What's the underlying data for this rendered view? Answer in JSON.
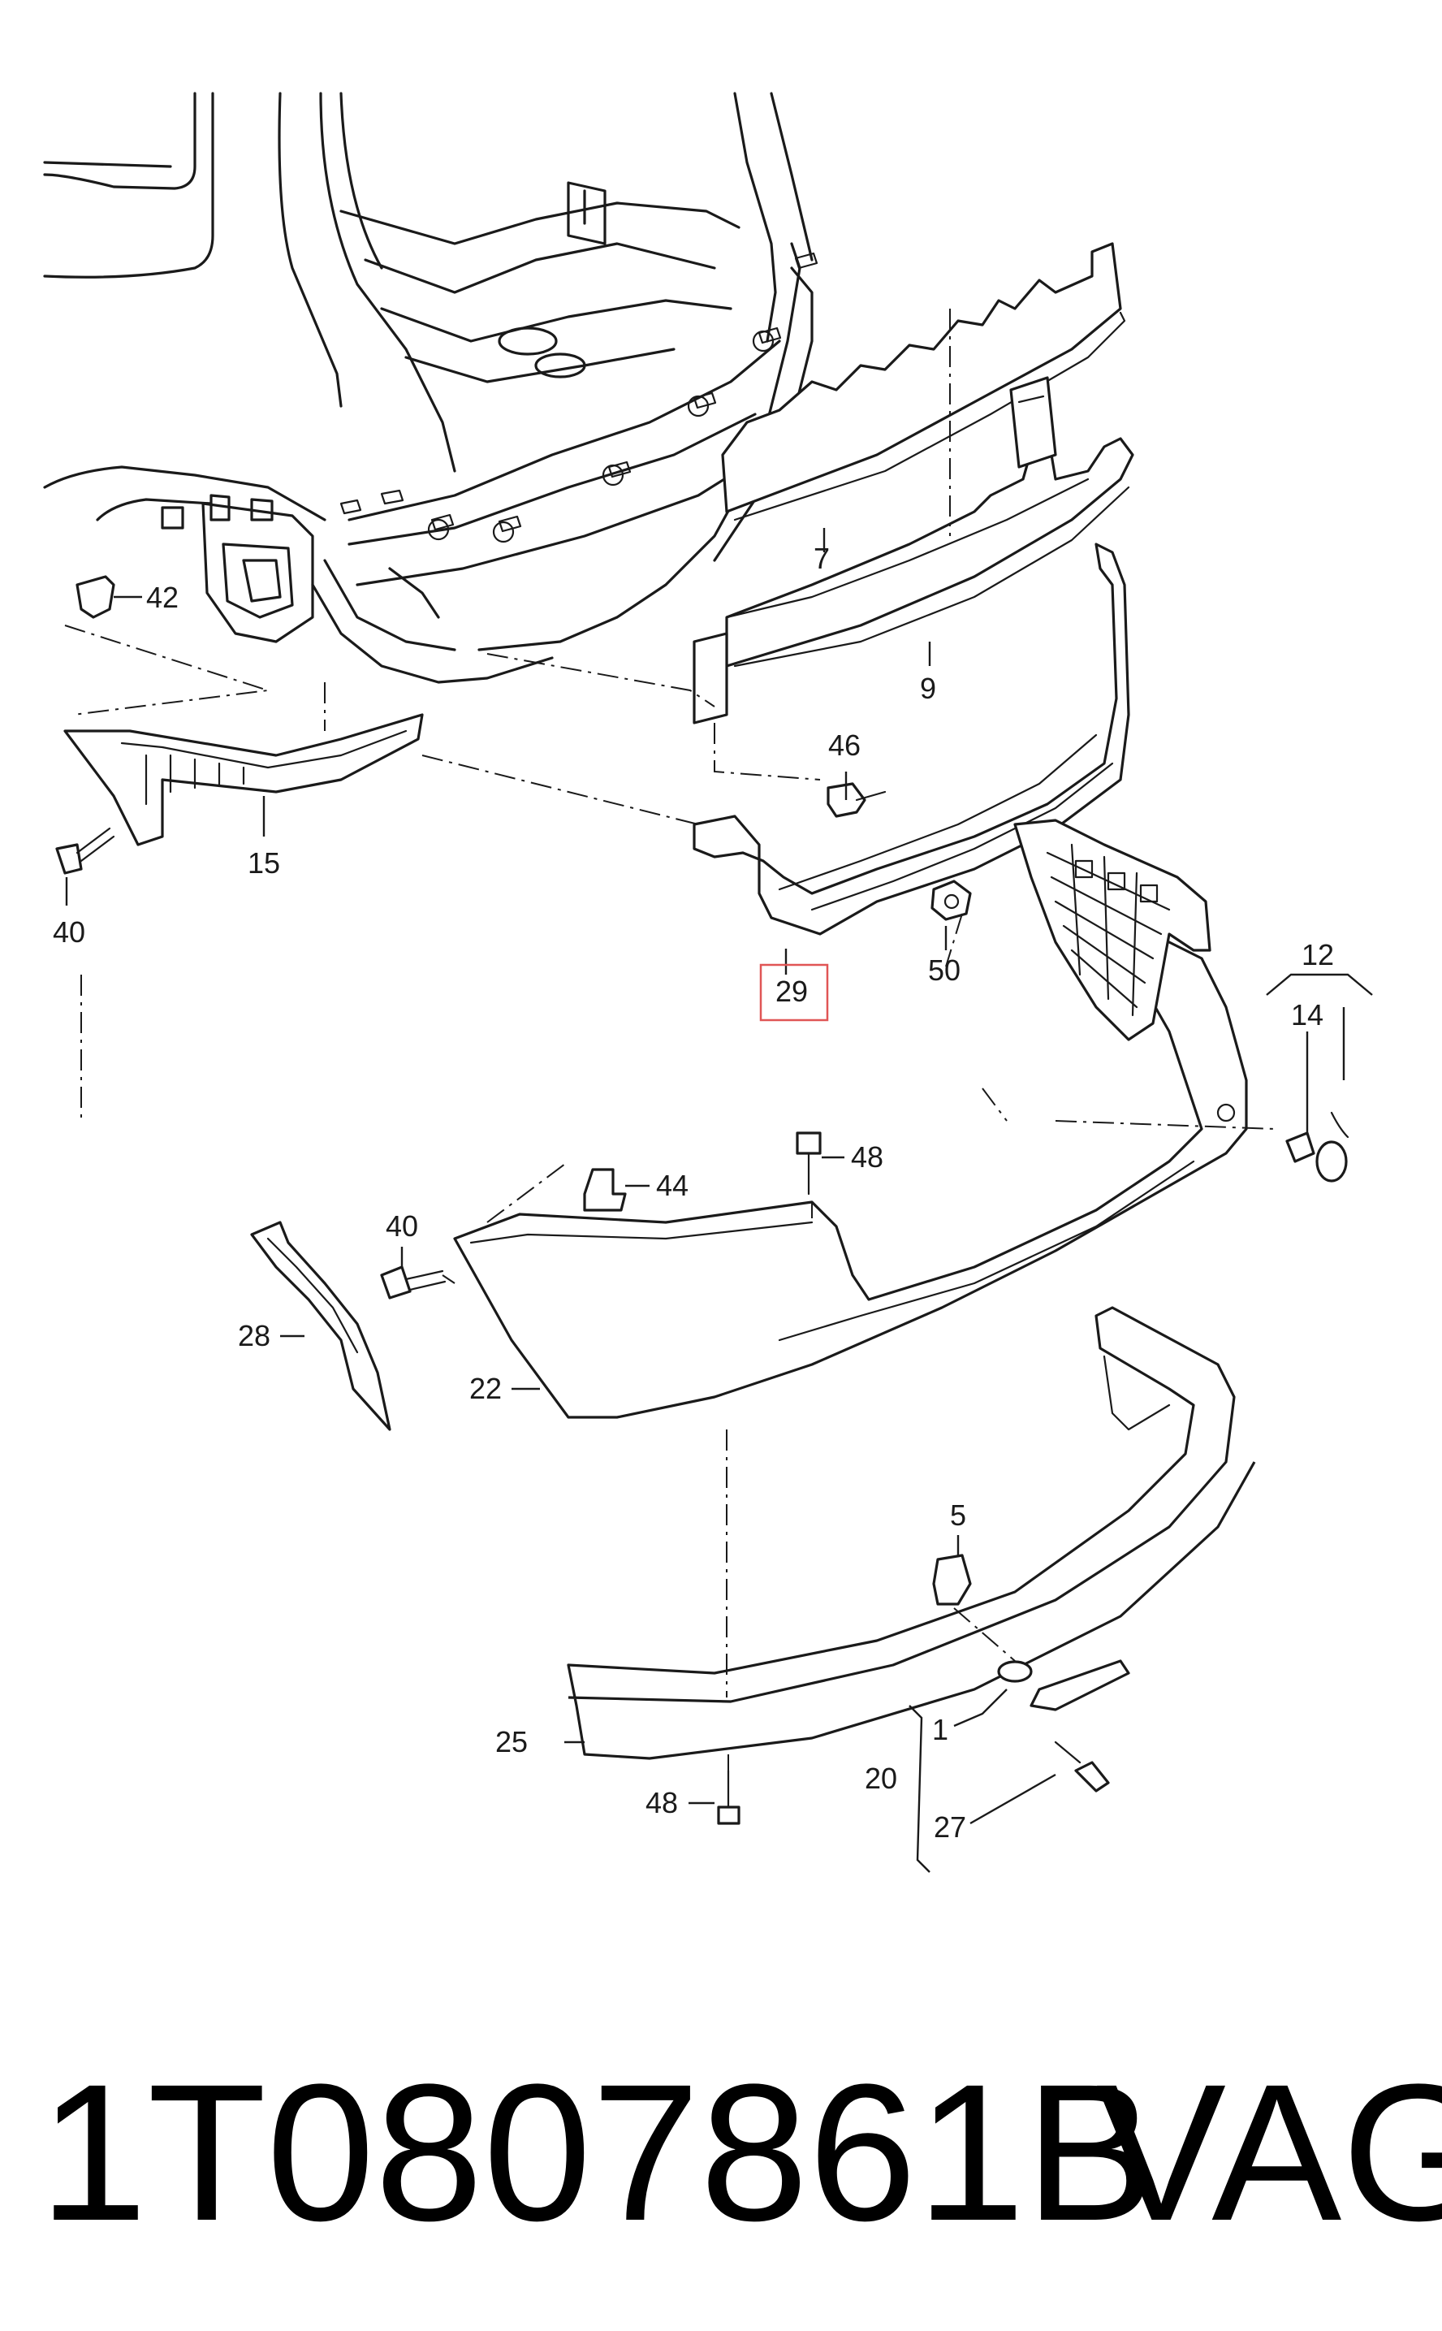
{
  "callouts": {
    "c7": "7",
    "c9": "9",
    "c42": "42",
    "c46": "46",
    "c15": "15",
    "c40a": "40",
    "c29": "29",
    "c50": "50",
    "c12": "12",
    "c14": "14",
    "c48a": "48",
    "c44": "44",
    "c40b": "40",
    "c28": "28",
    "c22": "22",
    "c5": "5",
    "c1": "1",
    "c25": "25",
    "c20": "20",
    "c27": "27",
    "c48b": "48"
  },
  "highlighted_callout": "29",
  "highlight_color": "#e05555",
  "footer": {
    "part_number": "1T0807861B",
    "brand": "VAG"
  }
}
